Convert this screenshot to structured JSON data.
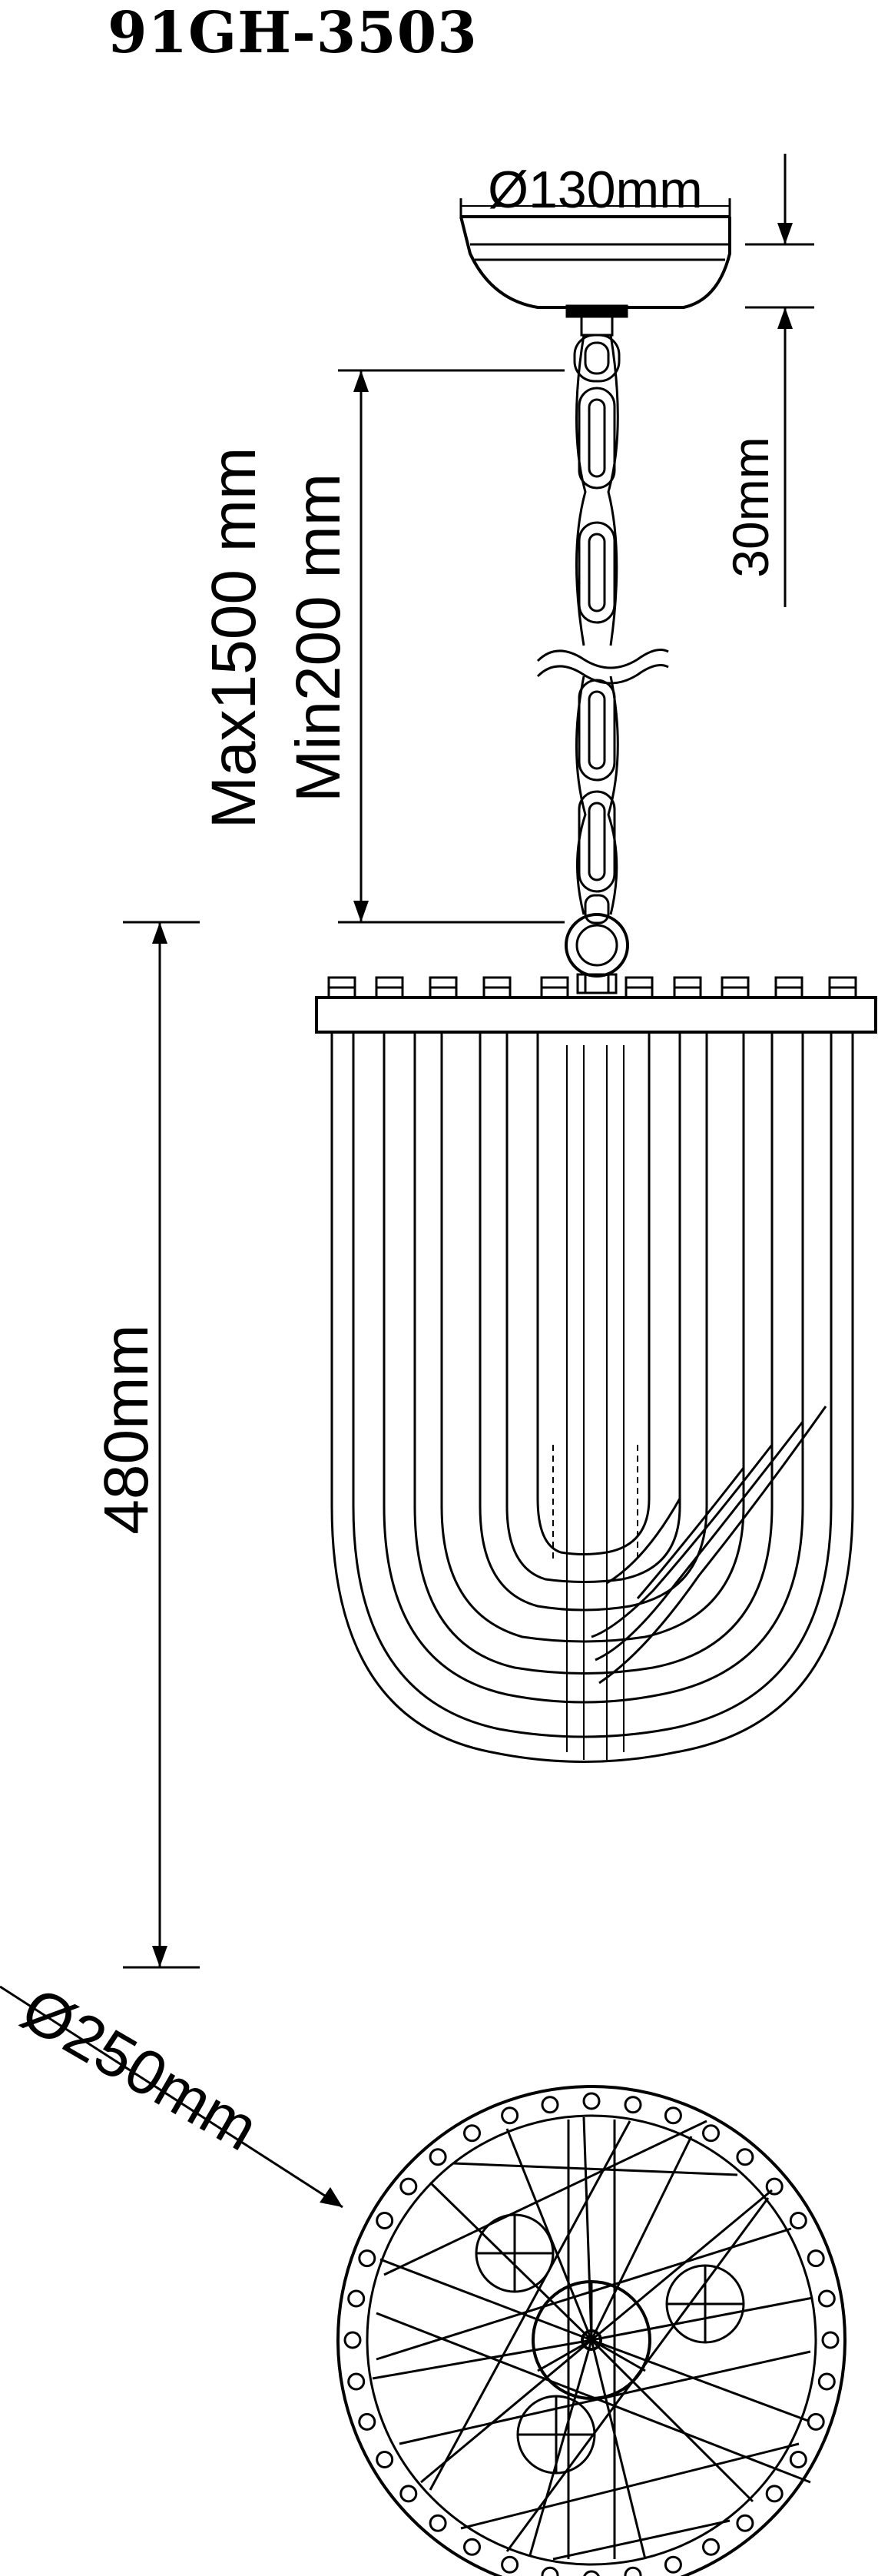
{
  "title": "91GH-3503",
  "dimensions": {
    "canopy_diameter": "Ø130mm",
    "canopy_height": "30mm",
    "chain_max": "Max1500 mm",
    "chain_min": "Min200 mm",
    "body_height": "480mm",
    "body_diameter": "Ø250mm"
  },
  "colors": {
    "line": "#000000",
    "background": "#ffffff"
  }
}
